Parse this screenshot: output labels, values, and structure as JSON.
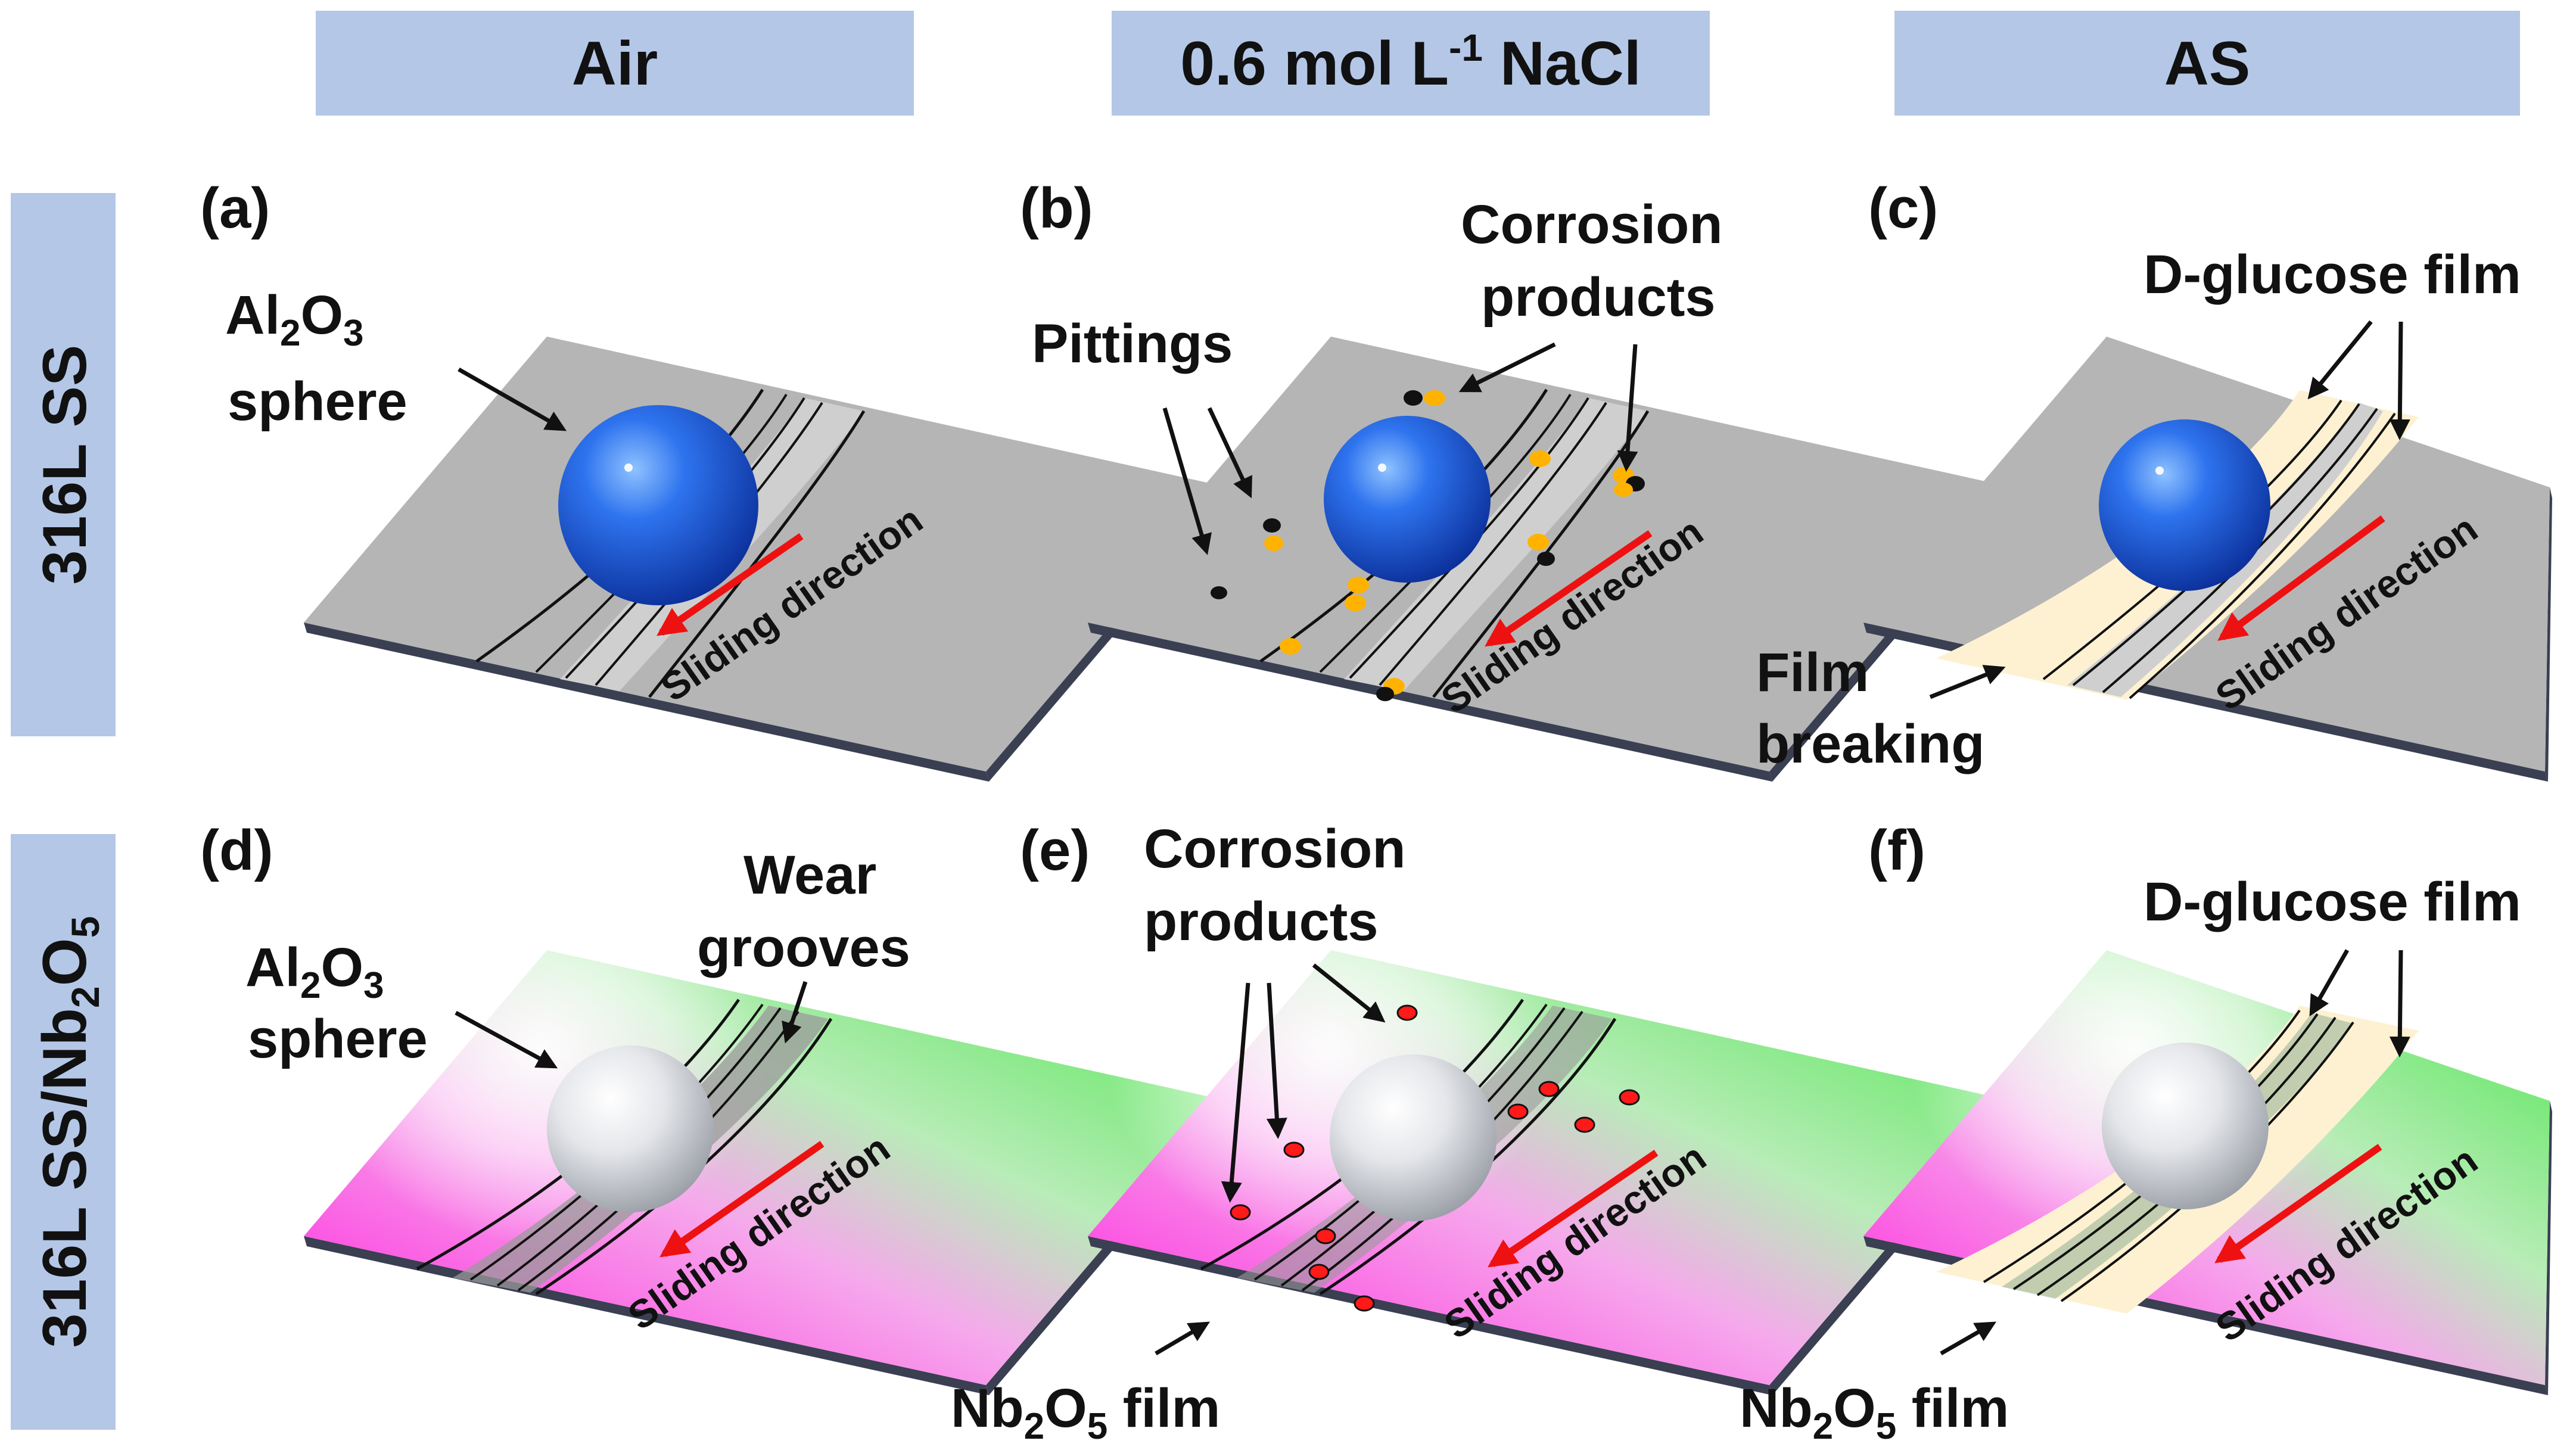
{
  "columns": [
    {
      "label": "Air"
    },
    {
      "label_main": "0.6 mol L",
      "label_sup": "-1",
      "label_tail": " NaCl"
    },
    {
      "label": "AS"
    }
  ],
  "rows": [
    {
      "label": "316L SS"
    },
    {
      "label_main": "316L SS/Nb",
      "label_sub1": "2",
      "label_mid": "O",
      "label_sub2": "5"
    }
  ],
  "panels": {
    "a": {
      "label": "(a)",
      "sphere_label": {
        "pre": "Al",
        "sub1": "2",
        "mid": "O",
        "sub2": "3",
        "line2": "sphere"
      },
      "direction": "Sliding direction"
    },
    "b": {
      "label": "(b)",
      "pittings": "Pittings",
      "corrosion_line1": "Corrosion",
      "corrosion_line2": "products",
      "direction": "Sliding direction"
    },
    "c": {
      "label": "(c)",
      "film": "D-glucose film",
      "breaking_line1": "Film",
      "breaking_line2": "breaking",
      "direction": "Sliding direction"
    },
    "d": {
      "label": "(d)",
      "sphere_label": {
        "pre": "Al",
        "sub1": "2",
        "mid": "O",
        "sub2": "3",
        "line2": "sphere"
      },
      "wear_line1": "Wear",
      "wear_line2": "grooves",
      "direction": "Sliding direction"
    },
    "e": {
      "label": "(e)",
      "corrosion_line1": "Corrosion",
      "corrosion_line2": "products",
      "nb_film": {
        "pre": "Nb",
        "sub1": "2",
        "mid": "O",
        "sub2": "5",
        "tail": " film"
      },
      "direction": "Sliding direction"
    },
    "f": {
      "label": "(f)",
      "film": "D-glucose film",
      "nb_film": {
        "pre": "Nb",
        "sub1": "2",
        "mid": "O",
        "sub2": "5",
        "tail": " film"
      },
      "direction": "Sliding direction"
    }
  },
  "colors": {
    "header_bg": "#b4c7e7",
    "plate_gray": "#b5b5b5",
    "plate_edge": "#3a3f52",
    "sphere_blue": "#1f5fe0",
    "sphere_white": "#d9d9d9",
    "glucose_film": "#fdf1d2",
    "coating_magenta": "#ff2bd8",
    "coating_green": "#4ce84c",
    "arrow_red": "#ee1111",
    "corrosion_yellow": "#ffb300",
    "corrosion_red": "#ff1a1a"
  }
}
